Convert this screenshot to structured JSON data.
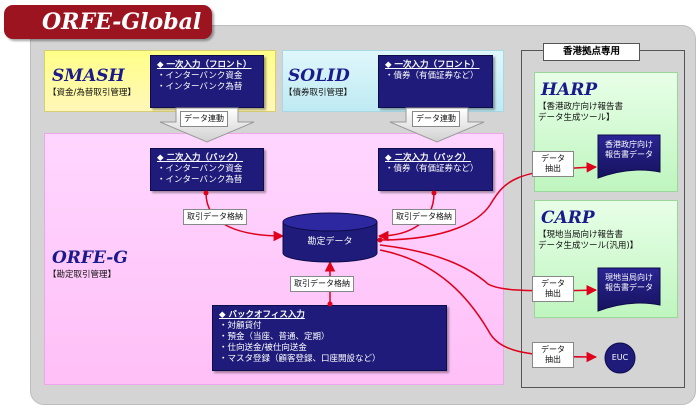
{
  "title": "ORFE-Global",
  "smash": {
    "name": "SMASH",
    "desc": "【資金/為替取引管理】",
    "input": {
      "heading": "◆ 一次入力（フロント）",
      "items": [
        "・インターバンク資金",
        "・インターバンク為替"
      ]
    }
  },
  "solid": {
    "name": "SOLID",
    "desc": "【債券取引管理】",
    "input": {
      "heading": "◆ 一次入力（フロント）",
      "items": [
        "・債券（有価証券など）"
      ]
    }
  },
  "orfe_g": {
    "name": "ORFE-G",
    "desc": "【勘定取引管理】",
    "secondary_left": {
      "heading": "◆ 二次入力（バック）",
      "items": [
        "・インターバンク資金",
        "・インターバンク為替"
      ]
    },
    "secondary_right": {
      "heading": "◆ 二次入力（バック）",
      "items": [
        "・債券（有価証券など）"
      ]
    },
    "db": "勘定データ",
    "backoffice": {
      "heading": "◆ バックオフィス入力",
      "items": [
        "・対顧貸付",
        "・預金（当座、普通、定期）",
        "・仕向送金/被仕向送金",
        "・マスタ登録（顧客登録、口座開設など）"
      ]
    }
  },
  "labels": {
    "link1": "データ連動",
    "link2": "データ連動",
    "store1": "取引データ格納",
    "store2": "取引データ格納",
    "store3": "取引データ格納",
    "extract1": [
      "データ",
      "抽出"
    ],
    "extract2": [
      "データ",
      "抽出"
    ],
    "extract3": [
      "データ",
      "抽出"
    ]
  },
  "hk": {
    "tag": "香港拠点専用",
    "harp": {
      "name": "HARP",
      "desc": [
        "【香港政庁向け報告書",
        "データ生成ツール】"
      ],
      "doc": [
        "香港政庁向け",
        "報告書データ"
      ]
    },
    "carp": {
      "name": "CARP",
      "desc": [
        "【現地当局向け報告書",
        "データ生成ツール(汎用)】"
      ],
      "doc": [
        "現地当局向け",
        "報告書データ"
      ]
    }
  },
  "euc": "EUC"
}
